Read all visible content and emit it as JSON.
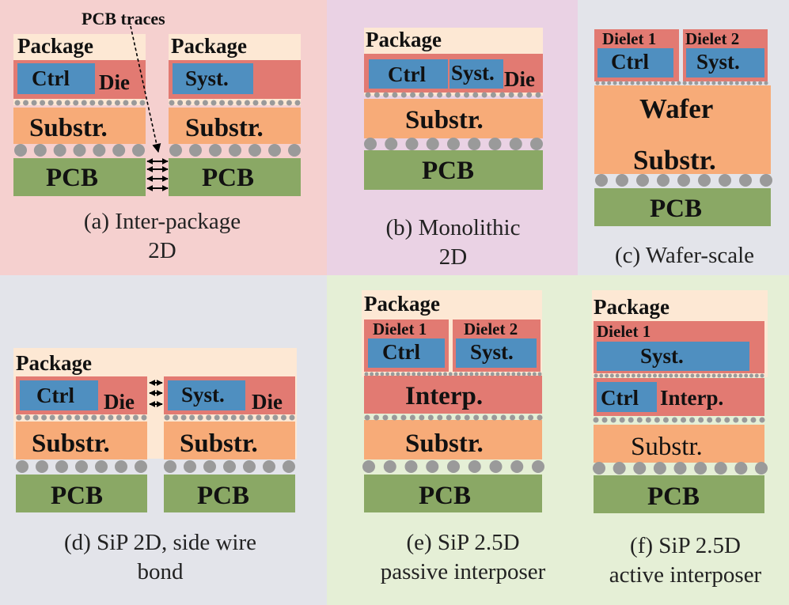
{
  "colors": {
    "panel_a_bg": "#f5d0cf",
    "panel_b_bg": "#ead2e4",
    "panel_c_bg": "#e3e4ea",
    "panel_d_bg": "#e3e4ea",
    "panel_ef_bg": "#e5efd6",
    "package": "#fde8d4",
    "die": "#e27a72",
    "core": "#4f8fc0",
    "substrate": "#f7ab78",
    "pcb": "#8aa865",
    "bump": "#9a9a9a"
  },
  "labels": {
    "package": "Package",
    "die": "Die",
    "ctrl": "Ctrl",
    "syst": "Syst.",
    "substr": "Substr.",
    "pcb": "PCB",
    "dielet1": "Dielet 1",
    "dielet2": "Dielet 2",
    "wafer": "Wafer",
    "interp": "Interp.",
    "pcb_traces": "PCB traces"
  },
  "captions": {
    "a": "(a) Inter-package\n2D",
    "b": "(b) Monolithic\n2D",
    "c": "(c) Wafer-scale",
    "d": "(d) SiP 2D, side wire\nbond",
    "e": "(e) SiP 2.5D\npassive interposer",
    "f": "(f) SiP 2.5D\nactive interposer"
  }
}
